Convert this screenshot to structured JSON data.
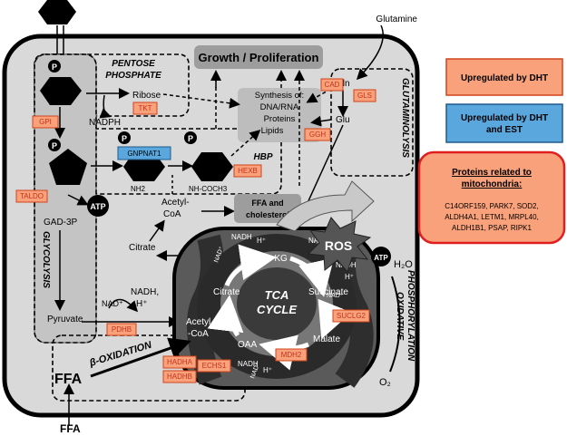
{
  "inputs": {
    "glutamine": "Glutamine",
    "ffa_bottom": "FFA",
    "ffa_box": "FFA"
  },
  "labels": {
    "growth": "Growth / Proliferation",
    "pentose_1": "PENTOSE",
    "pentose_2": "PHOSPHATE",
    "ribose": "Ribose",
    "nadph": "NADPH",
    "synthesis_1": "Synthesis of:",
    "synthesis_2": "DNA/RNA",
    "synthesis_3": "Proteins",
    "synthesis_4": "Lipids",
    "gln": "Gln",
    "glu": "Glu",
    "glutaminolysis": "GLUTAMINOLYSIS",
    "hbp": "HBP",
    "nh2": "NH2",
    "nhcoch3": "NH-COCH3",
    "gad3p": "GAD-3P",
    "acetyl_coa_1": "Acetyl-",
    "acetyl_coa_2": "CoA",
    "ffa_chol_1": "FFA and",
    "ffa_chol_2": "cholesterol",
    "citrate_out": "Citrate",
    "glycolysis": "GLYCOLYSIS",
    "nad_left": "NAD⁺",
    "nadh_left_1": "NADH,",
    "nadh_left_2": "H⁺",
    "pyruvate": "Pyruvate",
    "acetyl_coa_mito_1": "Acetyl",
    "acetyl_coa_mito_2": "-CoA",
    "beta_ox": "β-OXIDATION",
    "tca_1": "TCA",
    "tca_2": "CYCLE",
    "akg": "α-KG",
    "citrate_in": "Citrate",
    "succinate": "Succinate",
    "malate": "Malate",
    "oaa": "OAA",
    "nad_top": "NAD⁺",
    "nadh_top": "NADH",
    "h_top": "H⁺",
    "nad_right": "NAD⁺",
    "nadh_right": "NADH",
    "h_right": "H⁺",
    "nad_lower_left": "NAD⁺",
    "nad_bottom": "NAD⁺",
    "nadh_bottom": "NADH",
    "h_bottom": "H⁺",
    "ros": "ROS",
    "atp": "ATP",
    "h2o": "H₂O",
    "o2": "O₂",
    "oxphos_1": "OXIDATIVE",
    "oxphos_2": "PHOSPHORYLATION",
    "p": "P"
  },
  "enzymes": {
    "cad": "CAD",
    "gls": "GLS",
    "tkt": "TKT",
    "gpi": "GPI",
    "ggh": "GGH",
    "gnpnat1": "GNPNAT1",
    "hexb": "HEXB",
    "taldo": "TALDO",
    "pdhb": "PDHB",
    "suclg2": "SUCLG2",
    "mdh2": "MDH2",
    "hadha": "HADHA",
    "echs1": "ECHS1",
    "hadhb": "HADHB"
  },
  "legend": {
    "dht": "Upregulated by DHT",
    "dht_est_1": "Upregulated by DHT",
    "dht_est_2": "and EST"
  },
  "mito_box": {
    "title_1": "Proteins related to",
    "title_2": "mitochondria:",
    "line1": "C14ORF159,  PARK7,  SOD2,",
    "line2": "ALDH4A1,  LETM1,  MRPL40,",
    "line3": "ALDH1B1,  PSAP,  RIPK1"
  },
  "colors": {
    "enzyme_fill": "#f9a17a",
    "enzyme_border": "#d0441c",
    "enzyme_text": "#c0341c",
    "est_fill": "#5aa7de",
    "mito_outline": "#e02020",
    "mito_text": "#c81414"
  }
}
